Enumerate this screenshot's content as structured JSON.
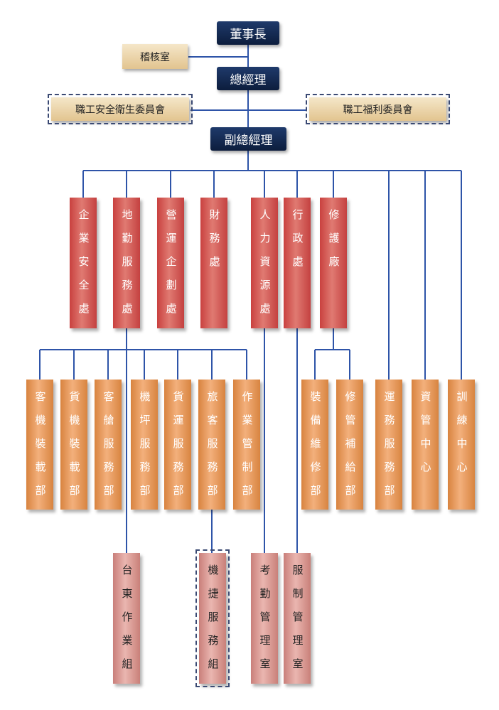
{
  "nodes": {
    "chairman": "董事長",
    "audit": "稽核室",
    "gm": "總經理",
    "safety_committee": "職工安全衛生委員會",
    "welfare_committee": "職工福利委員會",
    "vgm": "副總經理",
    "dept_safety": "企業安全處",
    "dept_ground": "地勤服務處",
    "dept_ops_plan": "營運企劃處",
    "dept_finance": "財務處",
    "dept_hr": "人力資源處",
    "dept_admin": "行政處",
    "dept_maint": "修護廠",
    "unit_pax_loading": "客機裝載部",
    "unit_cargo_loading": "貨機裝載部",
    "unit_cabin": "客艙服務部",
    "unit_apron": "機坪服務部",
    "unit_cargo": "貨運服務部",
    "unit_passenger": "旅客服務部",
    "unit_operations": "作業管制部",
    "unit_equipment": "裝備維修部",
    "unit_supply": "修管補給部",
    "unit_transport": "運務服務部",
    "unit_it": "資管中心",
    "unit_training": "訓練中心",
    "sub_taitung": "台東作業組",
    "sub_mrt": "機捷服務組",
    "sub_attendance": "考勤管理室",
    "sub_uniform": "服制管理室"
  }
}
